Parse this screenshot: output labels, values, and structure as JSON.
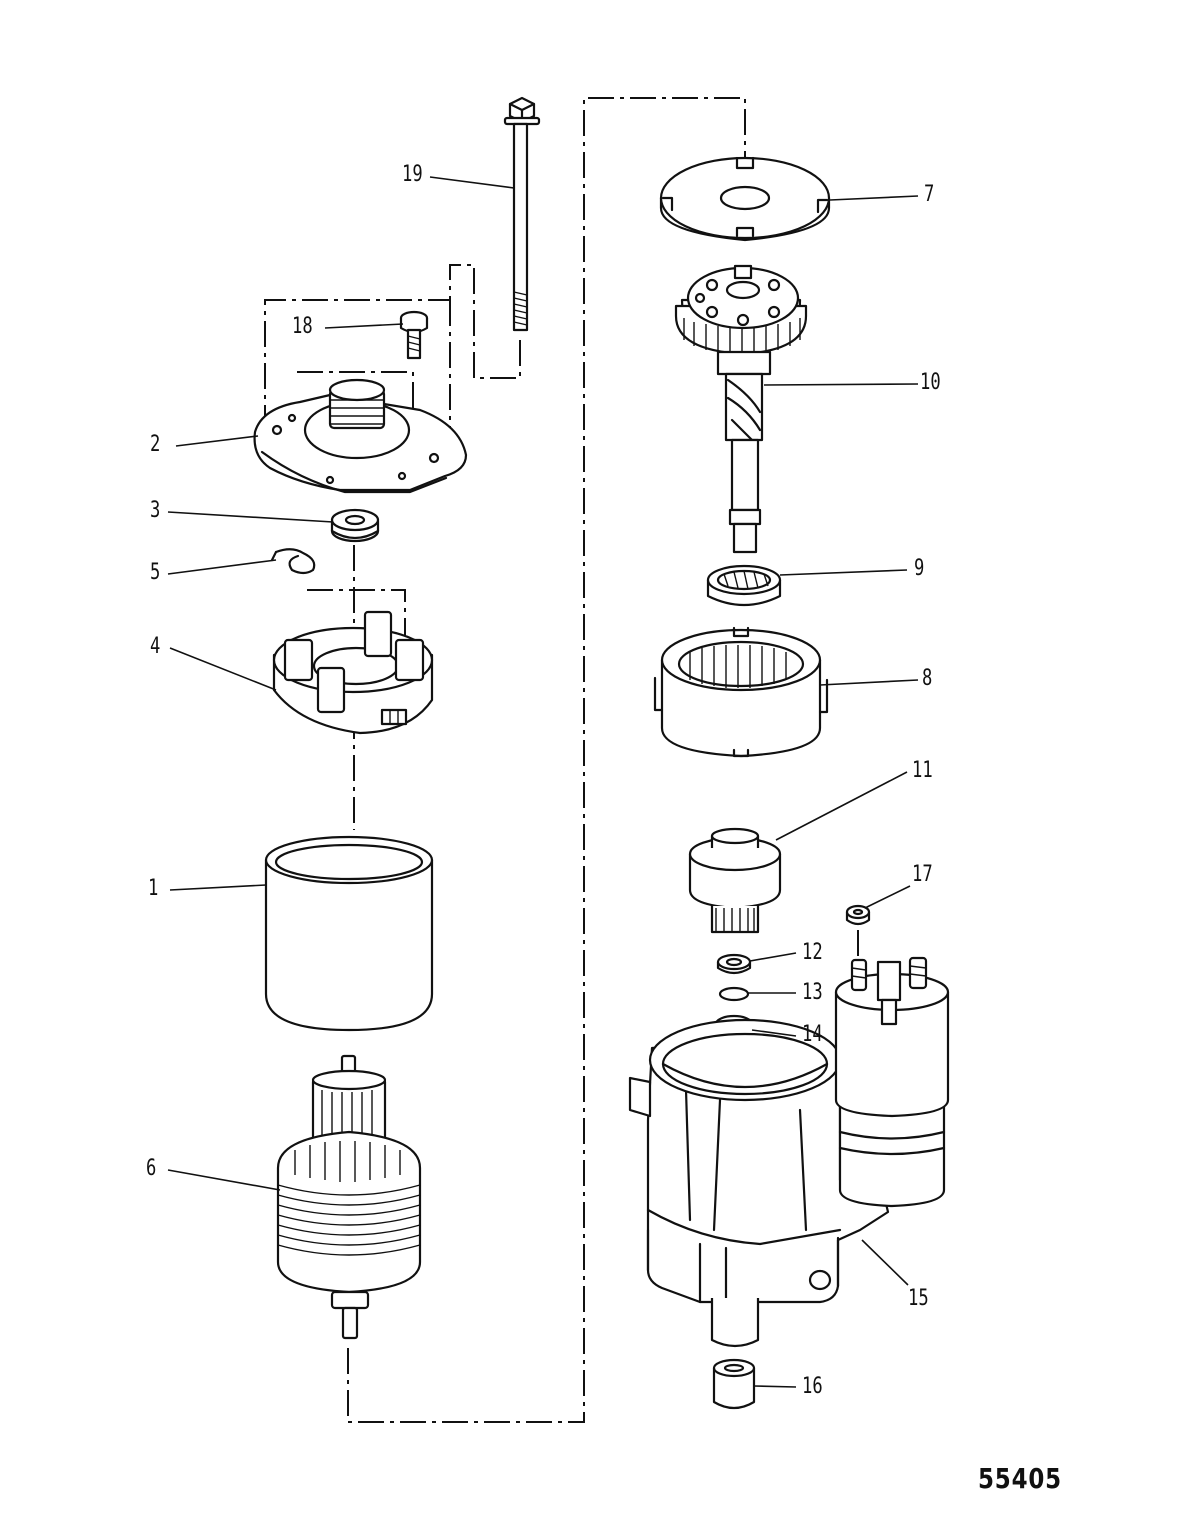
{
  "diagram": {
    "figure_number": "55405",
    "callouts": [
      {
        "id": "1",
        "label": "1"
      },
      {
        "id": "2",
        "label": "2"
      },
      {
        "id": "3",
        "label": "3"
      },
      {
        "id": "4",
        "label": "4"
      },
      {
        "id": "5",
        "label": "5"
      },
      {
        "id": "6",
        "label": "6"
      },
      {
        "id": "7",
        "label": "7"
      },
      {
        "id": "8",
        "label": "8"
      },
      {
        "id": "9",
        "label": "9"
      },
      {
        "id": "10",
        "label": "10"
      },
      {
        "id": "11",
        "label": "11"
      },
      {
        "id": "12",
        "label": "12"
      },
      {
        "id": "13",
        "label": "13"
      },
      {
        "id": "14",
        "label": "14"
      },
      {
        "id": "15",
        "label": "15"
      },
      {
        "id": "16",
        "label": "16"
      },
      {
        "id": "17",
        "label": "17"
      },
      {
        "id": "18",
        "label": "18"
      },
      {
        "id": "19",
        "label": "19"
      }
    ]
  }
}
